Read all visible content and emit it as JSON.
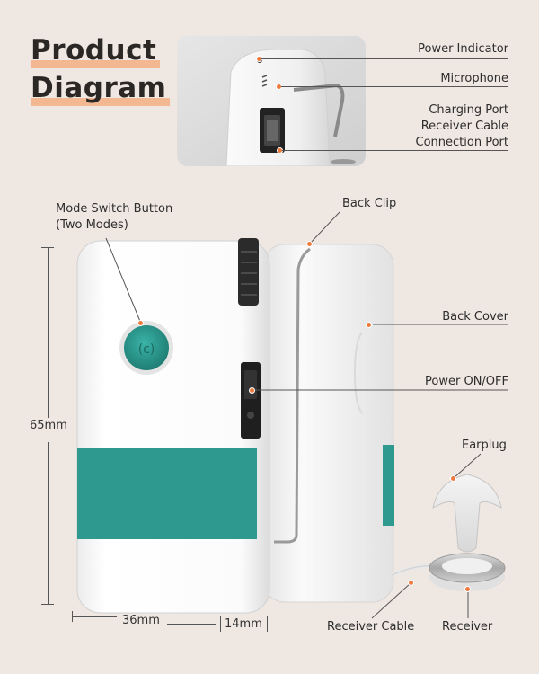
{
  "title": {
    "line1": "Product",
    "line2": "Diagram"
  },
  "inset_labels": {
    "power_indicator": "Power Indicator",
    "microphone": "Microphone",
    "charging_port_line1": "Charging Port",
    "charging_port_line2": "Receiver Cable",
    "charging_port_line3": "Connection Port"
  },
  "labels": {
    "mode_switch_line1": "Mode Switch Button",
    "mode_switch_line2": "(Two Modes)",
    "back_clip": "Back Clip",
    "back_cover": "Back Cover",
    "power_onoff": "Power ON/OFF",
    "earplug": "Earplug",
    "receiver_cable": "Receiver Cable",
    "receiver": "Receiver"
  },
  "dimensions": {
    "height": "65mm",
    "width": "36mm",
    "depth": "14mm"
  },
  "colors": {
    "accent": "#2e9a8f",
    "callout_dot": "#ec7a3c",
    "highlight": "#f3b892",
    "background": "#efe7e2"
  }
}
